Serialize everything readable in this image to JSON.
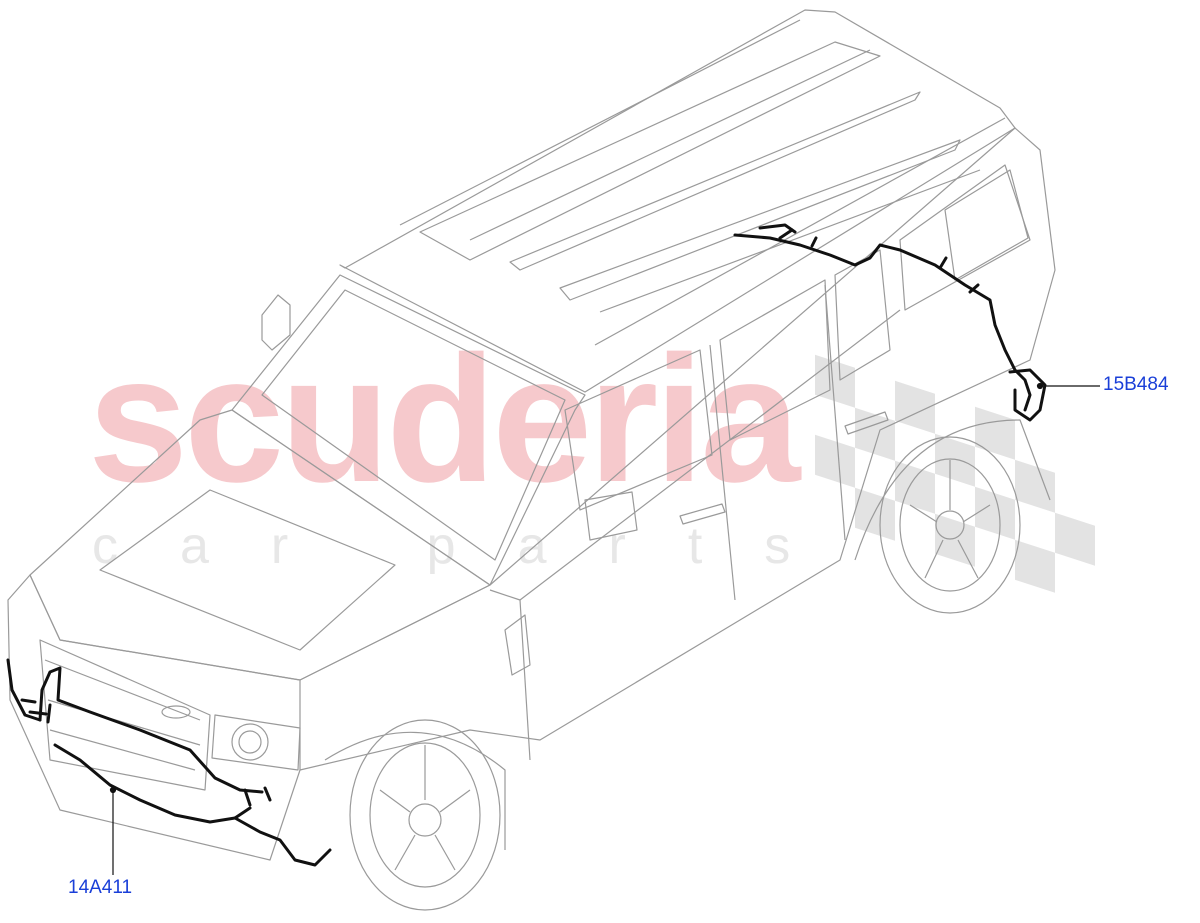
{
  "watermark": {
    "brand": "scuderia",
    "tagline": "car parts"
  },
  "callouts": [
    {
      "id": "harness-rear",
      "part_number": "15B484"
    },
    {
      "id": "harness-front",
      "part_number": "14A411"
    }
  ],
  "colors": {
    "line_art": "#9a9a9a",
    "harness": "#111111",
    "callout_text": "#1a3fd8",
    "watermark_red": "#f6c9cc",
    "watermark_grey": "#e3e3e3"
  }
}
